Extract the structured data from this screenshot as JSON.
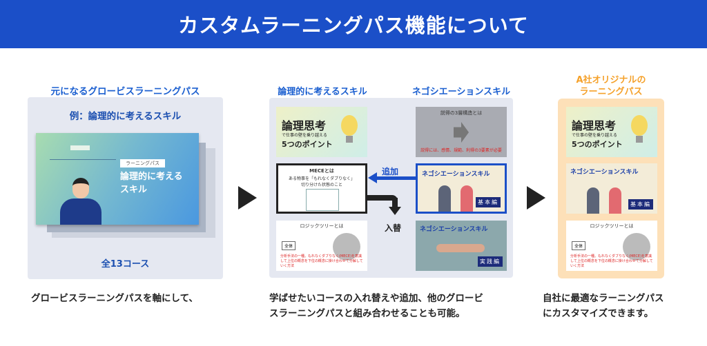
{
  "header": {
    "title": "カスタムラーニングパス機能について"
  },
  "left": {
    "label": "元になるグロービスラーニングパス",
    "example": "例：論理的に考えるスキル",
    "card_tag": "ラーニングパス",
    "card_title_1": "論理的に考える",
    "card_title_2": "スキル",
    "count": "全13コース",
    "caption": "グロービスラーニングパスを軸にして、"
  },
  "middle": {
    "label_left": "論理的に考えるスキル",
    "label_right": "ネゴシエーションスキル",
    "add_label": "追加",
    "swap_label": "入替",
    "caption_1": "学ばせたいコースの入れ替えや追加、他のグロービ",
    "caption_2": "スラーニングパスと組み合わせることも可能。"
  },
  "thumbs": {
    "logic": {
      "title": "論理思考",
      "sub": "で仕事の壁を乗り越える",
      "points": "5つのポイント"
    },
    "mece": {
      "title": "MECEとは",
      "line1": "ある物事を「もれなくダブりなく」",
      "line2": "切り分けた状態のこと"
    },
    "tree": {
      "title": "ロジックツリーとは",
      "root": "全体",
      "note": "分析手法の一種。もれなくダブりなく(MECE)を意識して上位の概念を下位の概念に掛け合わせて分解していく方法"
    },
    "persuade": {
      "title": "説得の3層構造とは",
      "note": "説得には、感情、規範、利得の3要素が必要"
    },
    "nego": {
      "title": "ネゴシエーションスキル",
      "badge_basic": "基本編",
      "badge_practice": "実践編"
    }
  },
  "right": {
    "label_1": "A社オリジナルの",
    "label_2": "ラーニングパス",
    "caption_1": "自社に最適なラーニングパス",
    "caption_2": "にカスタマイズできます。"
  },
  "colors": {
    "blue": "#1b4fc8",
    "orange": "#f5a12a",
    "panel": "#e5e8f1",
    "orange_panel": "#fde0b8"
  }
}
